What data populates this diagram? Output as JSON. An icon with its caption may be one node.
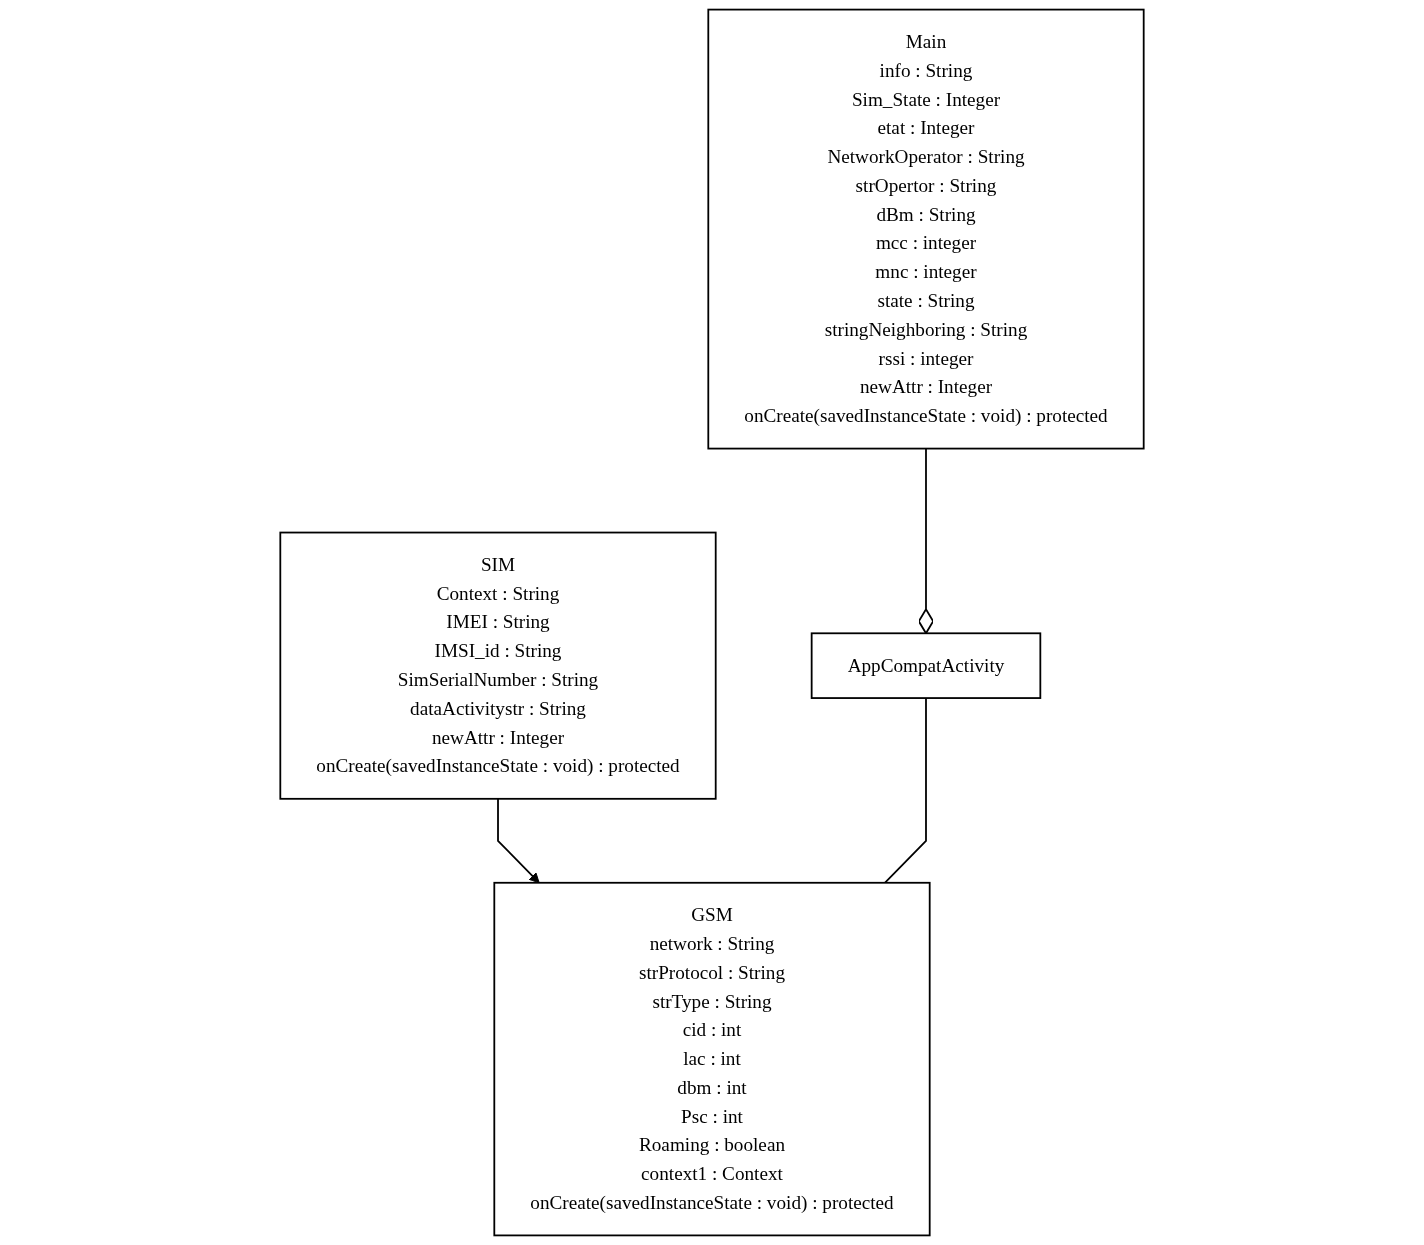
{
  "diagram": {
    "nodes": [
      {
        "text": [
          "Main",
          "info : String",
          "Sim_State : Integer",
          "etat : Integer",
          "NetworkOperator : String",
          "strOpertor : String",
          "dBm : String",
          "mcc : integer",
          "mnc : integer",
          "state : String",
          "stringNeighboring : String",
          "rssi : integer",
          "newAttr : Integer",
          "onCreate(savedInstanceState : void) : protected"
        ]
      },
      {
        "text": [
          "SIM",
          "Context : String",
          "IMEI : String",
          "IMSI_id : String",
          "SimSerialNumber : String",
          "dataActivitystr : String",
          "newAttr : Integer",
          "onCreate(savedInstanceState : void) : protected"
        ]
      },
      {
        "text": [
          "GSM",
          "network : String",
          "strProtocol : String",
          "strType : String",
          "cid : int",
          "lac : int",
          "dbm : int",
          "Psc : int",
          "Roaming : boolean",
          "context1 : Context",
          "onCreate(savedInstanceState : void) : protected"
        ]
      },
      {
        "text": [
          "AppCompatActivity"
        ]
      }
    ],
    "edges": [
      {
        "from": 1,
        "to": 2,
        "arrow": "to"
      },
      {
        "from": 0,
        "to": 3,
        "arrow": "other"
      },
      {
        "from": 3,
        "to": 2,
        "arrow": "none"
      }
    ]
  }
}
